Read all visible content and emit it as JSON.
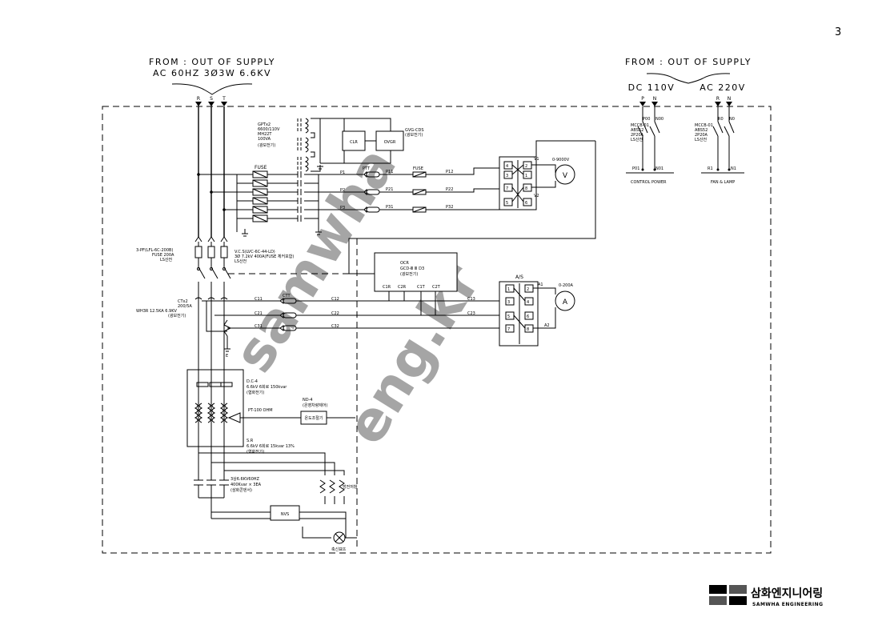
{
  "page_number": "3",
  "supply_left": {
    "title": "FROM : OUT OF SUPPLY",
    "spec": "AC 60HZ 3Ø3W 6.6KV",
    "phases": [
      "R",
      "S",
      "T"
    ]
  },
  "supply_right": {
    "title": "FROM : OUT OF SUPPLY",
    "dc_label": "DC 110V",
    "ac_label": "AC 220V",
    "dc_terminals": [
      "P",
      "N"
    ],
    "ac_terminals": [
      "R",
      "N"
    ]
  },
  "mccb_dc": {
    "lines": [
      "MCCB-01",
      "ABS52",
      "2P20A",
      "LS산전"
    ],
    "out": [
      "P00",
      "N00"
    ],
    "bus": [
      "P01",
      "N01"
    ],
    "caption": "CONTROL POWER"
  },
  "mccb_ac": {
    "lines": [
      "MCCB-01",
      "ABS52",
      "2P20A",
      "LS산전"
    ],
    "out": [
      "R0",
      "N0"
    ],
    "bus": [
      "R1",
      "N1"
    ],
    "caption": "FAN & LAMP"
  },
  "gpt": {
    "lines": [
      "GPTx2",
      "6600/110V",
      "MH22T",
      "100VA",
      "(광보전기)"
    ]
  },
  "clr": "CLR",
  "ovgr": "OVGR",
  "gvg": {
    "lines": [
      "GVG-CDS",
      "(광보전기)"
    ]
  },
  "fuse_label": "FUSE",
  "ptt_label": "PTT",
  "fuse2_label": "FUSE",
  "pt_signals": [
    "P1",
    "P11",
    "P12",
    "P2",
    "P21",
    "P22",
    "P3",
    "P31",
    "P32"
  ],
  "vs_box": {
    "left": [
      "4",
      "3",
      "7",
      "5"
    ],
    "right": [
      "2",
      "1",
      "8",
      "6"
    ]
  },
  "voltmeter": {
    "symbol": "V",
    "range": "0-9000V",
    "v1": "V1",
    "v2": "V2"
  },
  "pf": {
    "lines": [
      "3-PF(LFL-6C-200B)",
      "FUSE 200A",
      "LS산전"
    ]
  },
  "vcs": {
    "lines": [
      "V.C.S(LVC-6C-44-LD)",
      "3Ø 7.2kV 400A(FUSE 체커포함)",
      "LS산전"
    ]
  },
  "ocr": {
    "lines": [
      "OCR",
      "GCD-Ⅲ Ⅲ D3",
      "(광보전기)"
    ],
    "terminals": [
      "C1R",
      "C2R",
      "C1T",
      "C2T"
    ]
  },
  "ct": {
    "lines": [
      "CTx2",
      "200/5A",
      "WH3R 12.5KA 6.9KV",
      "(광보전기)"
    ]
  },
  "ctt_label": "CTT",
  "ct_signals": [
    "C11",
    "C12",
    "C13",
    "C21",
    "C22",
    "C23",
    "C31",
    "C32"
  ],
  "as_box": {
    "title": "A/S",
    "left": [
      "1",
      "3",
      "5",
      "7"
    ],
    "right": [
      "2",
      "4",
      "6",
      "8"
    ]
  },
  "ammeter": {
    "symbol": "A",
    "range": "0-200A",
    "a1": "A1",
    "a2": "A2"
  },
  "dc4": {
    "lines": [
      "D.C-4",
      "6.6kV 6회로 150kvar",
      "(협화전기)"
    ]
  },
  "nd4": {
    "lines": [
      "ND-4",
      "(온영차량제어)"
    ],
    "box": "온도조절기"
  },
  "pt100": "PT-100 OHM",
  "sr": {
    "lines": [
      "S.R",
      "6.6kV 6회로 15kvar 13%",
      "(협화전기)"
    ]
  },
  "capacitor": {
    "lines": [
      "3상6.6KV60HZ",
      "400Kvar × 3EA",
      "(삼화콘덴서)"
    ]
  },
  "discharge": "방전저항",
  "nvs": "NVS",
  "lamp": "축신표뜨",
  "ground": "E",
  "watermark": {
    "a": "samwha",
    "b": "eng.kr"
  },
  "logo": {
    "kr": "삼화엔지니어링",
    "en": "SAMWHA ENGINEERING"
  }
}
